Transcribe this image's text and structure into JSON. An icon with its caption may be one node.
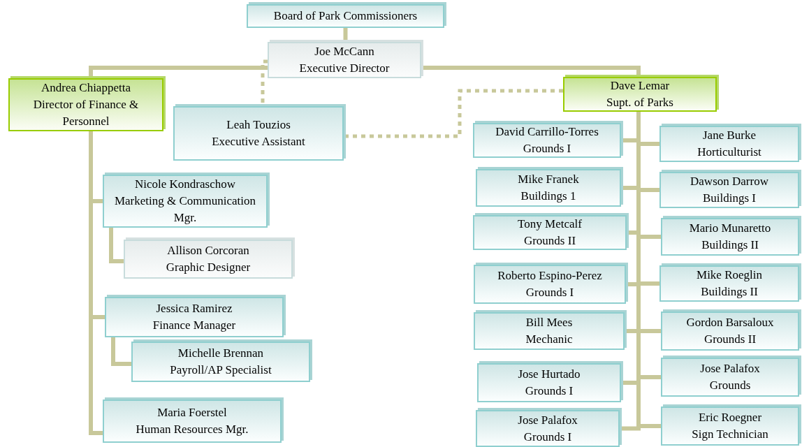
{
  "diagram": {
    "nodes": [
      {
        "text": [
          "Board of Park Commissioners"
        ]
      },
      {
        "text": [
          "Joe McCann",
          "Executive Director"
        ]
      },
      {
        "text": [
          "Andrea Chiappetta",
          "Director of Finance & Personnel"
        ]
      },
      {
        "text": [
          "Leah Touzios",
          "Executive Assistant"
        ]
      },
      {
        "text": [
          "Dave Lemar",
          "Supt. of Parks"
        ]
      },
      {
        "text": [
          "Nicole Kondraschow",
          "Marketing & Communication Mgr."
        ]
      },
      {
        "text": [
          "Allison Corcoran",
          "Graphic Designer"
        ]
      },
      {
        "text": [
          "Jessica Ramirez",
          "Finance Manager"
        ]
      },
      {
        "text": [
          "Michelle Brennan",
          "Payroll/AP Specialist"
        ]
      },
      {
        "text": [
          "Maria Foerstel",
          "Human Resources Mgr."
        ]
      },
      {
        "text": [
          "David Carrillo-Torres",
          "Grounds I"
        ]
      },
      {
        "text": [
          "Jane Burke",
          "Horticulturist"
        ]
      },
      {
        "text": [
          "Mike Franek",
          "Buildings 1"
        ]
      },
      {
        "text": [
          "Dawson Darrow",
          "Buildings I"
        ]
      },
      {
        "text": [
          "Tony Metcalf",
          "Grounds II"
        ]
      },
      {
        "text": [
          "Mario Munaretto",
          "Buildings II"
        ]
      },
      {
        "text": [
          "Roberto Espino-Perez",
          "Grounds I"
        ]
      },
      {
        "text": [
          "Mike Roeglin",
          "Buildings II"
        ]
      },
      {
        "text": [
          "Bill Mees",
          "Mechanic"
        ]
      },
      {
        "text": [
          "Gordon Barsaloux",
          "Grounds II"
        ]
      },
      {
        "text": [
          "Jose Hurtado",
          "Grounds I"
        ]
      },
      {
        "text": [
          "Jose Palafox",
          "Grounds"
        ]
      },
      {
        "text": [
          "Jose Palafox",
          "Grounds I"
        ]
      },
      {
        "text": [
          "Eric Roegner",
          "Sign Technician"
        ]
      }
    ],
    "edges": [
      {
        "from": 0,
        "to": 1,
        "arrow": "none"
      },
      {
        "from": 1,
        "to": 2,
        "arrow": "none"
      },
      {
        "from": 1,
        "to": 4,
        "arrow": "none"
      },
      {
        "from": 1,
        "to": 3,
        "arrow": "none",
        "style": "dashed"
      },
      {
        "from": 4,
        "to": 3,
        "arrow": "none",
        "style": "dashed"
      },
      {
        "from": 2,
        "to": 5,
        "arrow": "none"
      },
      {
        "from": 5,
        "to": 6,
        "arrow": "none"
      },
      {
        "from": 2,
        "to": 7,
        "arrow": "none"
      },
      {
        "from": 7,
        "to": 8,
        "arrow": "none"
      },
      {
        "from": 2,
        "to": 9,
        "arrow": "none"
      },
      {
        "from": 4,
        "to": 10,
        "arrow": "none"
      },
      {
        "from": 4,
        "to": 11,
        "arrow": "none"
      },
      {
        "from": 4,
        "to": 12,
        "arrow": "none"
      },
      {
        "from": 4,
        "to": 13,
        "arrow": "none"
      },
      {
        "from": 4,
        "to": 14,
        "arrow": "none"
      },
      {
        "from": 4,
        "to": 15,
        "arrow": "none"
      },
      {
        "from": 4,
        "to": 16,
        "arrow": "none"
      },
      {
        "from": 4,
        "to": 17,
        "arrow": "none"
      },
      {
        "from": 4,
        "to": 18,
        "arrow": "none"
      },
      {
        "from": 4,
        "to": 19,
        "arrow": "none"
      },
      {
        "from": 4,
        "to": 20,
        "arrow": "none"
      },
      {
        "from": 4,
        "to": 21,
        "arrow": "none"
      },
      {
        "from": 4,
        "to": 22,
        "arrow": "none"
      },
      {
        "from": 4,
        "to": 23,
        "arrow": "none"
      }
    ]
  }
}
